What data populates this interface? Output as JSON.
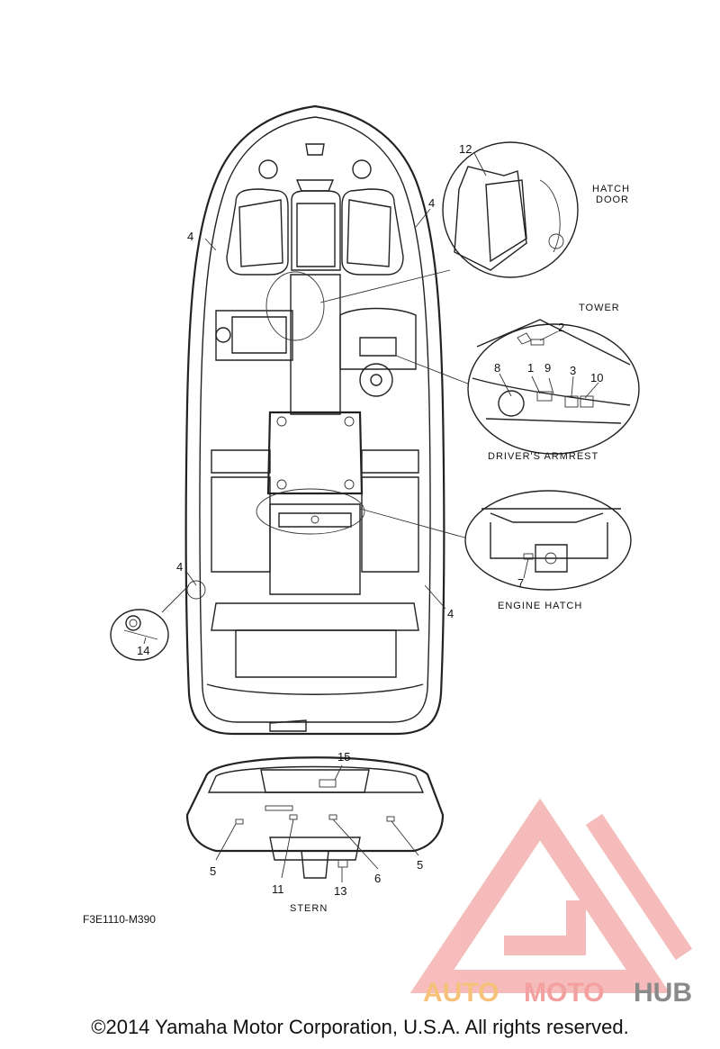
{
  "callouts": {
    "c1": "1",
    "c2": "2",
    "c3": "3",
    "c4a": "4",
    "c4b": "4",
    "c4c": "4",
    "c4d": "4",
    "c5a": "5",
    "c5b": "5",
    "c6": "6",
    "c7": "7",
    "c8": "8",
    "c9": "9",
    "c10": "10",
    "c11": "11",
    "c12": "12",
    "c13": "13",
    "c14": "14",
    "c15": "15"
  },
  "labels": {
    "hatch_door_1": "HATCH",
    "hatch_door_2": "DOOR",
    "tower": "TOWER",
    "drivers_armrest": "DRIVER'S ARMREST",
    "engine_hatch": "ENGINE HATCH",
    "stern": "STERN"
  },
  "diagram_code": "F3E1110-M390",
  "watermark": {
    "auto": "AUTO",
    "moto": "MOTO",
    "hub": "HUB",
    "colors": {
      "auto": "#f6c27a",
      "moto": "#f2a0a0",
      "hub": "#8a8a8a",
      "logo": "#f4a6a6"
    }
  },
  "copyright": "©2014 Yamaha Motor Corporation, U.S.A. All rights reserved."
}
